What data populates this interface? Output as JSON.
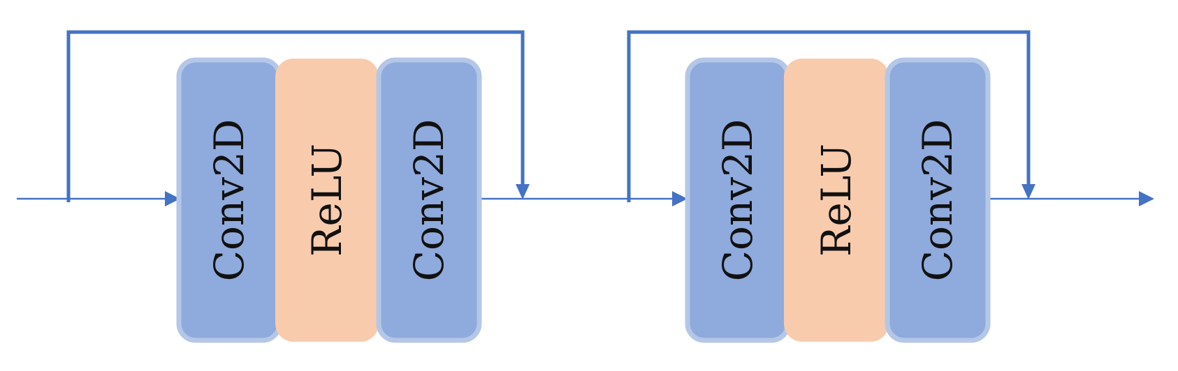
{
  "colors": {
    "line": "#4472c4",
    "conv_fill": "#8faadc",
    "conv_border": "#b4c7e7",
    "relu_fill": "#f8cbad",
    "text": "#111111"
  },
  "blocks": [
    {
      "layers": [
        {
          "kind": "conv",
          "label": "Conv2D"
        },
        {
          "kind": "relu",
          "label": "ReLU"
        },
        {
          "kind": "conv",
          "label": "Conv2D"
        }
      ]
    },
    {
      "layers": [
        {
          "kind": "conv",
          "label": "Conv2D"
        },
        {
          "kind": "relu",
          "label": "ReLU"
        },
        {
          "kind": "conv",
          "label": "Conv2D"
        }
      ]
    }
  ]
}
